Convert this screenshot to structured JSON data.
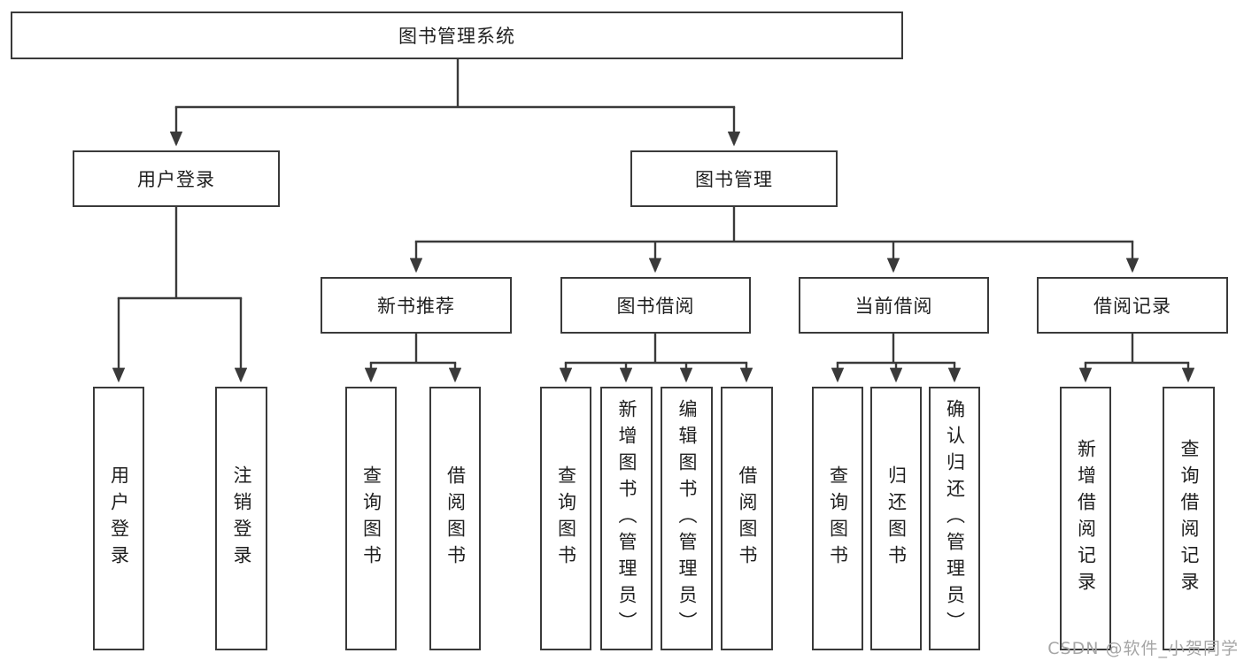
{
  "diagram": {
    "title": "图书管理系统",
    "level2": {
      "user_login": "用户登录",
      "book_management": "图书管理"
    },
    "level3": {
      "new_book_recommend": "新书推荐",
      "book_borrow": "图书借阅",
      "current_borrow": "当前借阅",
      "borrow_records": "借阅记录"
    },
    "leaves": {
      "user_login": [
        "用户登录",
        "注销登录"
      ],
      "new_book_recommend": [
        "查询图书",
        "借阅图书"
      ],
      "book_borrow": [
        "查询图书",
        "新增图书（管理员）",
        "编辑图书（管理员）",
        "借阅图书"
      ],
      "current_borrow": [
        "查询图书",
        "归还图书",
        "确认归还（管理员）"
      ],
      "borrow_records": [
        "新增借阅记录",
        "查询借阅记录"
      ]
    }
  },
  "watermark": "CSDN @软件_小贺同学",
  "colors": {
    "line": "#3a3a3a",
    "text": "#1f1f1f",
    "watermark": "#a6a6a6",
    "background": "#ffffff"
  }
}
